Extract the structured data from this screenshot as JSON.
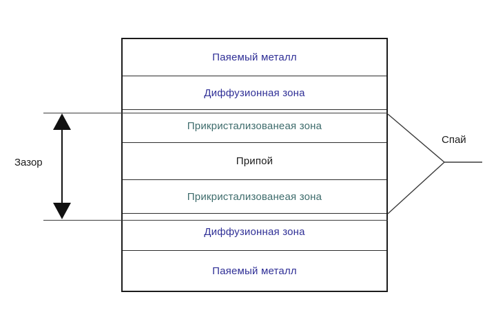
{
  "diagram": {
    "title_text": "",
    "colors": {
      "navy": "#2f2f96",
      "teal": "#3d6b6b",
      "black": "#1a1a1a",
      "line": "#2b2b2b",
      "background": "#ffffff"
    },
    "stack": {
      "bands": [
        {
          "label": "Паяемый металл",
          "color_key": "navy"
        },
        {
          "label": "Диффузионная зона",
          "color_key": "navy"
        },
        {
          "label": "Прикристализованеая зона",
          "color_key": "teal"
        },
        {
          "label": "Припой",
          "color_key": "black"
        },
        {
          "label": "Прикристализованеая зона",
          "color_key": "teal"
        },
        {
          "label": "Диффузионная зона",
          "color_key": "navy"
        },
        {
          "label": "Паяемый металл",
          "color_key": "navy"
        }
      ]
    },
    "annotations": {
      "gap_label": "Зазор",
      "joint_label": "Спай"
    }
  }
}
